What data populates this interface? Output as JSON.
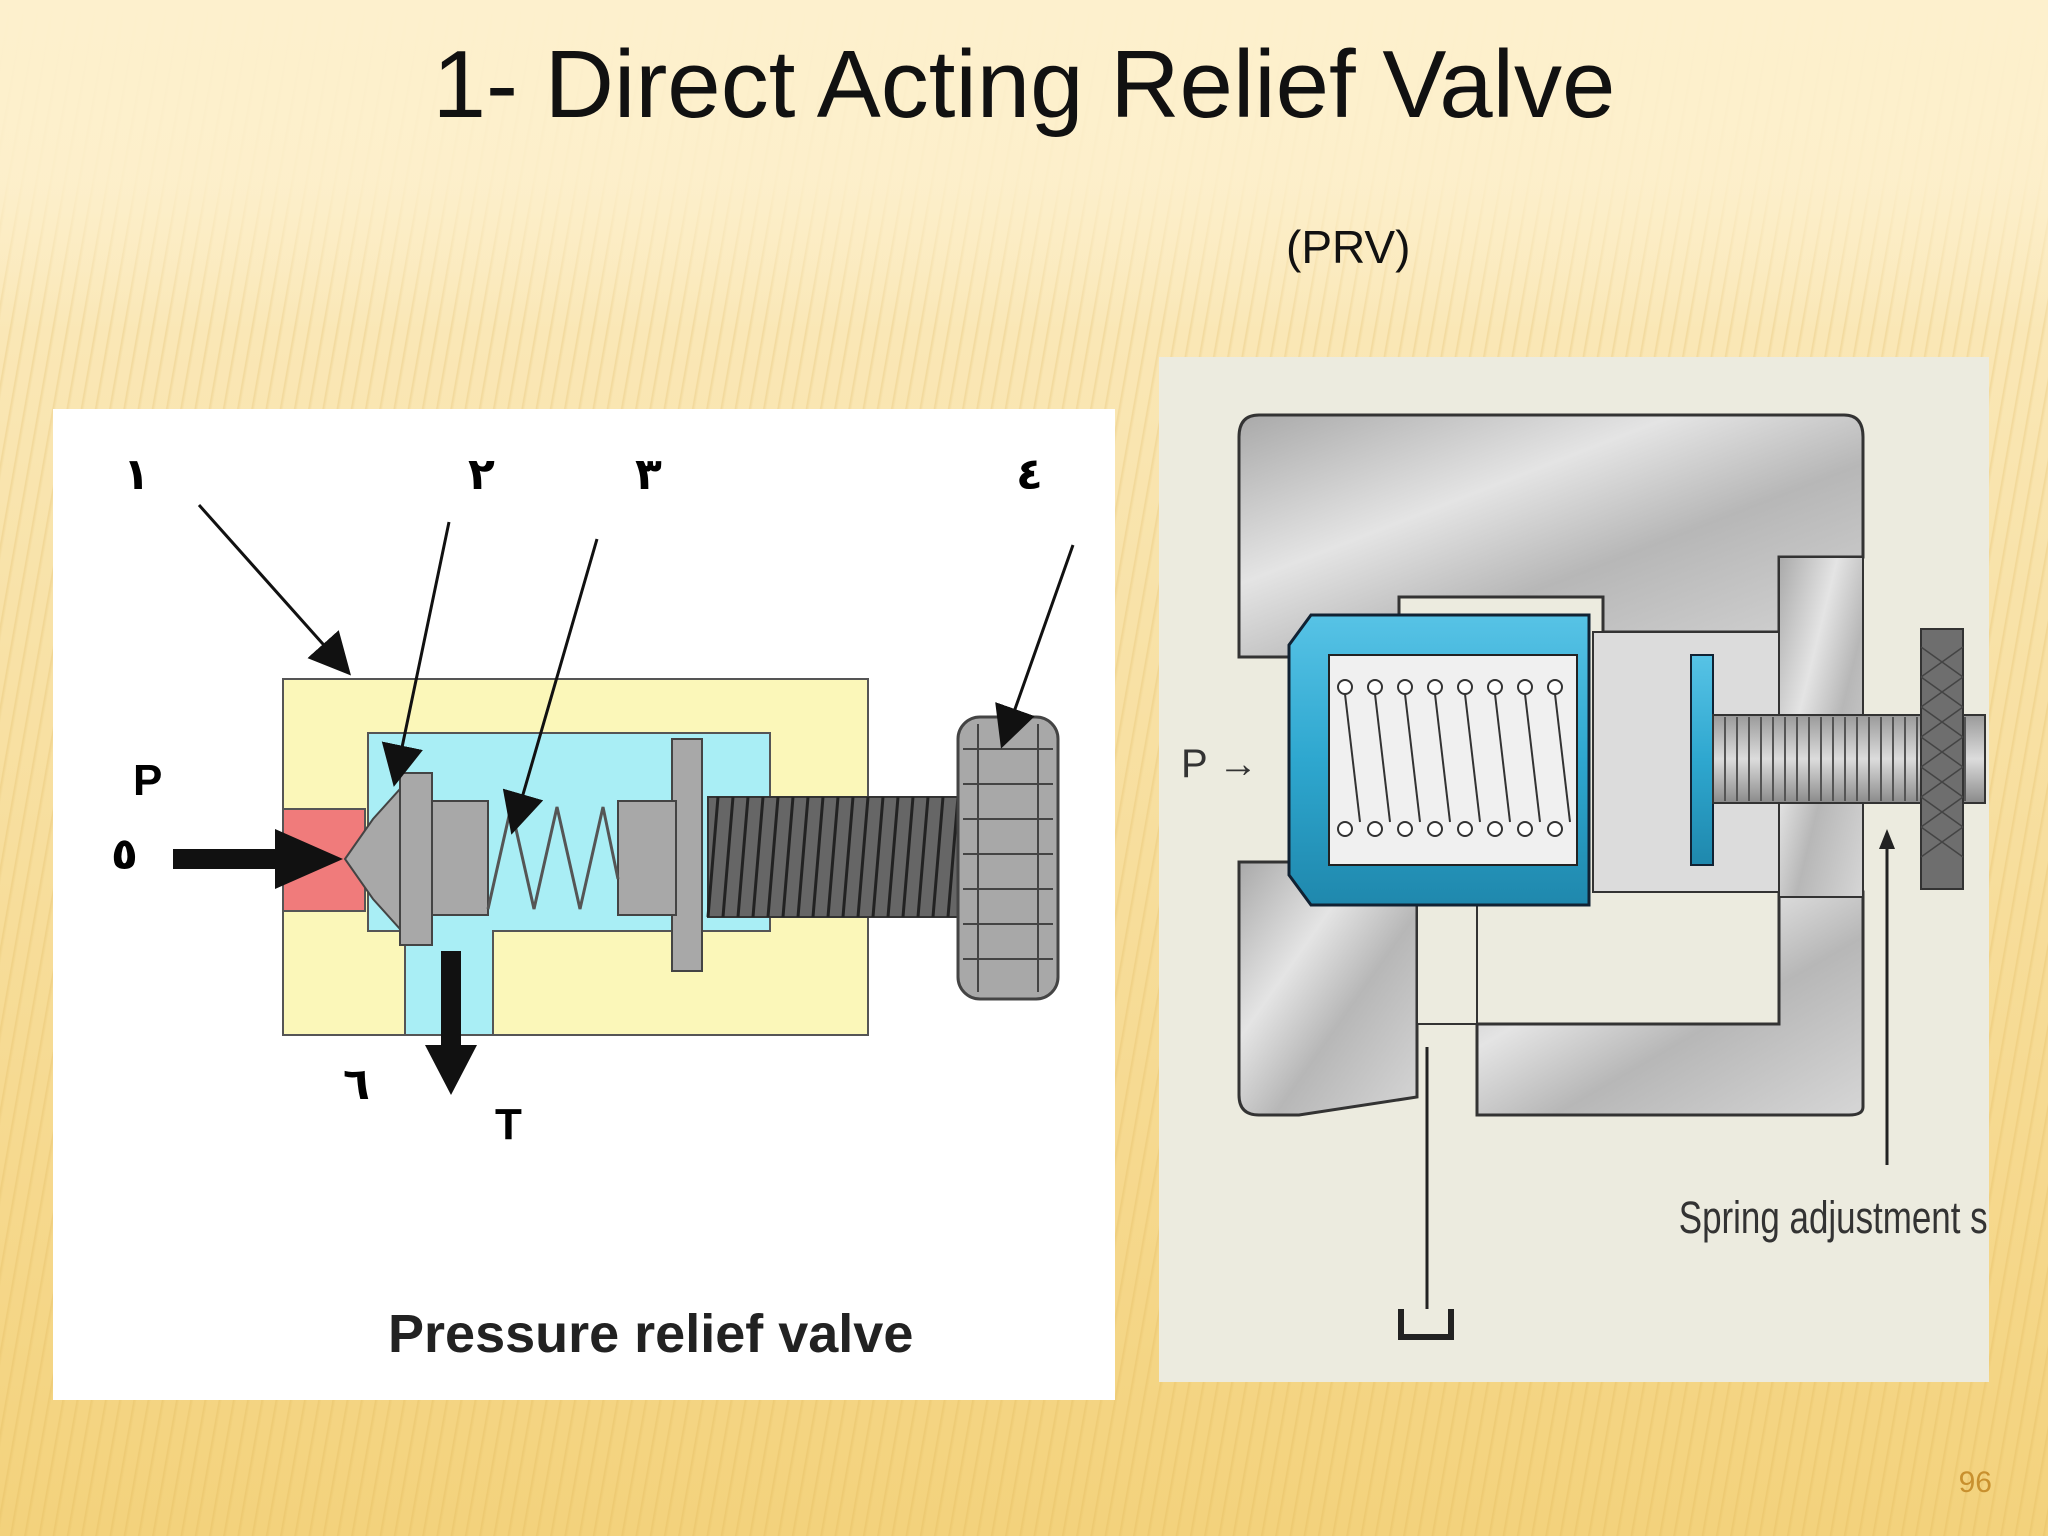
{
  "slide": {
    "title": "1- Direct Acting Relief Valve",
    "subtitle": "(PRV)",
    "page_number": "96"
  },
  "left_diagram": {
    "label_1": "١",
    "label_2": "٢",
    "label_3": "٣",
    "label_4": "٤",
    "label_5": "٥",
    "label_6": "٦",
    "port_p": "P",
    "port_t": "T",
    "caption": "Pressure relief valve",
    "colors": {
      "body": "#fbf7b9",
      "chamber": "#a9eef5",
      "inlet": "#f07b7b",
      "parts": "#a8a8a8"
    }
  },
  "right_diagram": {
    "port_p": "P →",
    "caption": "Spring adjustment screw",
    "colors": {
      "body": "#c9c9c9",
      "spool": "#2ea7cf",
      "background": "#ecebdf"
    }
  }
}
